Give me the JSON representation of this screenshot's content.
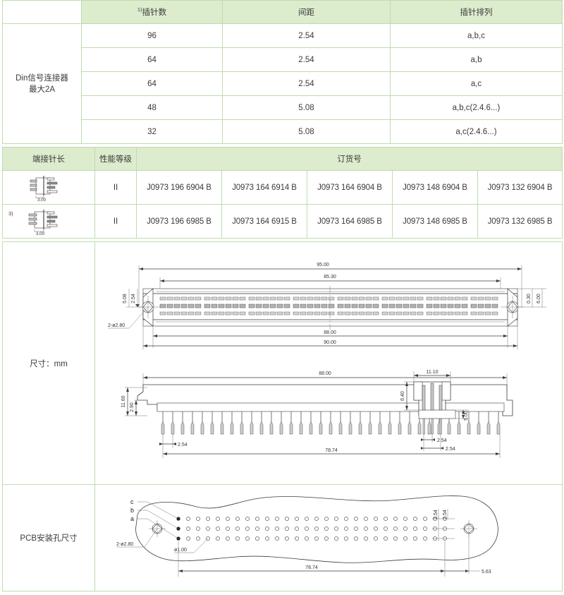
{
  "table_pins": {
    "row_label": "Din信号连接器\n最大2A",
    "row_label_line1": "Din信号连接器",
    "row_label_line2": "最大2A",
    "headers": {
      "corner": "",
      "pin_count": "插针数",
      "pin_count_sup": "1)",
      "pitch": "间距",
      "arrangement": "插针排列"
    },
    "rows": [
      {
        "pin_count": "96",
        "pitch": "2.54",
        "arrangement": "a,b,c"
      },
      {
        "pin_count": "64",
        "pitch": "2.54",
        "arrangement": "a,b"
      },
      {
        "pin_count": "64",
        "pitch": "2.54",
        "arrangement": "a,c"
      },
      {
        "pin_count": "48",
        "pitch": "5.08",
        "arrangement": "a,b,c(2.4.6...)"
      },
      {
        "pin_count": "32",
        "pitch": "5.08",
        "arrangement": "a,c(2.4.6...)"
      }
    ]
  },
  "table_order": {
    "headers": {
      "pin_length": "端接针长",
      "performance_level": "性能等级",
      "order_number": "订货号"
    },
    "rows": [
      {
        "sup": "",
        "icon": "pin-length-diagram-icon",
        "icon_dim": "3.00",
        "level": "II",
        "bold": true,
        "order_numbers": [
          "J0973 196 6904 B",
          "J0973 164 6914 B",
          "J0973 164 6904 B",
          "J0973 148 6904 B",
          "J0973 132 6904 B"
        ]
      },
      {
        "sup": "3)",
        "icon": "pin-length-diagram-icon",
        "icon_dim": "3.00",
        "level": "II",
        "bold": false,
        "order_numbers": [
          "J0973 196 6985 B",
          "J0973 164 6915 B",
          "J0973 164 6985 B",
          "J0973 148 6985 B",
          "J0973 132 6985 B"
        ]
      }
    ]
  },
  "drawing_dimensions": {
    "label": "尺寸：mm",
    "top_view": {
      "overall_width": "95.00",
      "inner_width_85": "85.30",
      "inner_width_88": "88.00",
      "inner_width_90": "90.00",
      "pitch_508": "5.08",
      "pitch_254": "2.54",
      "hole_note": "2-ø2.80",
      "right_030": "0.30",
      "right_600": "6.00"
    },
    "side_view": {
      "body_length": "88.00",
      "height_total": "11.60",
      "height_step": "2.90",
      "pin_pitch": "2.54",
      "pin_span": "78.74"
    },
    "detail_view": {
      "width_1110": "11.10",
      "height_640": "6.40",
      "height_500": "5.00",
      "pitch_a": "2.54",
      "pitch_b": "2.54"
    }
  },
  "pcb_drawing": {
    "label": "PCB安装孔尺寸",
    "row_labels": [
      "c",
      "b",
      "a"
    ],
    "mount_hole_note": "2-ø2.80",
    "pad_hole_note": "ø1.00",
    "span": "78.74",
    "edge_offset": "5.63",
    "pitch_vertical_1": "2.54",
    "pitch_vertical_2": "2.54"
  },
  "colors": {
    "header_green": "#dceccd",
    "border_green": "#bfdcb0",
    "text": "#333333",
    "line": "#3c3c3c"
  }
}
